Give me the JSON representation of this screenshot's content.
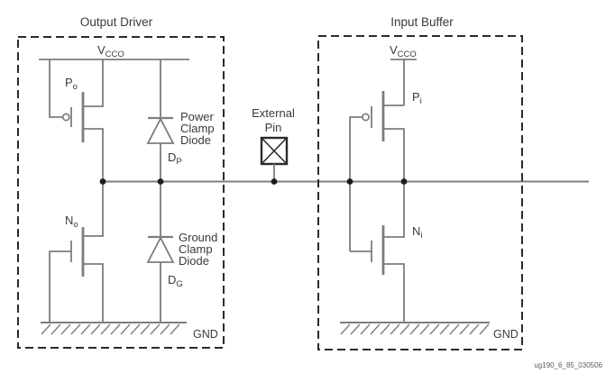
{
  "output_driver": {
    "title": "Output Driver",
    "vcco_base": "V",
    "vcco_sub": "CCO",
    "pmos_base": "P",
    "pmos_sub": "o",
    "nmos_base": "N",
    "nmos_sub": "o",
    "power_clamp_lines": [
      "Power",
      "Clamp",
      "Diode"
    ],
    "power_clamp_ref_base": "D",
    "power_clamp_ref_sub": "P",
    "ground_clamp_lines": [
      "Ground",
      "Clamp",
      "Diode"
    ],
    "ground_clamp_ref_base": "D",
    "ground_clamp_ref_sub": "G",
    "gnd_label": "GND"
  },
  "external_pin": {
    "line1": "External",
    "line2": "Pin"
  },
  "input_buffer": {
    "title": "Input Buffer",
    "vcco_base": "V",
    "vcco_sub": "CCO",
    "pmos_base": "P",
    "pmos_sub": "i",
    "nmos_base": "N",
    "nmos_sub": "i",
    "gnd_label": "GND"
  },
  "figure_ref": "ug190_6_85_030506",
  "colors": {
    "wire": "#7d7d7d",
    "outline": "#2b2b2b",
    "text": "#3a3a3a",
    "dot": "#1e1e1e",
    "background": "#ffffff"
  }
}
